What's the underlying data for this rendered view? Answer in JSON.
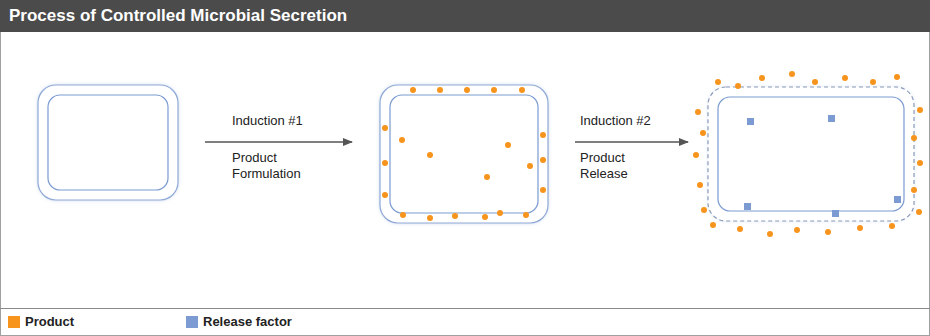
{
  "diagram": {
    "title": "Process of Controlled Microbial Secretion",
    "labels": [
      "Induction #1",
      "Product Formulation",
      "Induction #2",
      "Product Release"
    ],
    "legend": [
      {
        "text": "Product",
        "color": "#f7941d"
      },
      {
        "text": "Release factor",
        "color": "#7b9bd2"
      }
    ]
  }
}
